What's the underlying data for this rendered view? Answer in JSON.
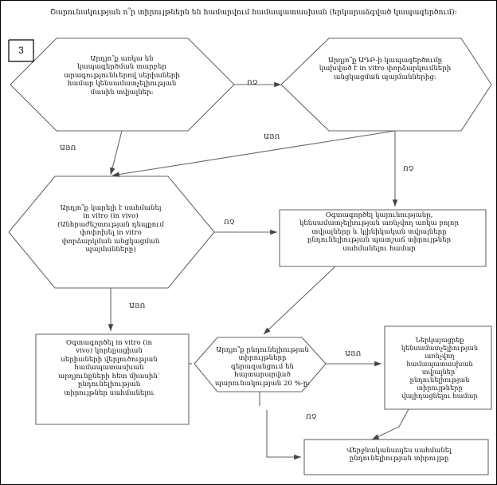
{
  "document": {
    "title": "Շարունակության ո՞ր տիրույթներն են համարվում համապատասխան (երկարաձգված կապագերծում):",
    "page_number": "3"
  },
  "nodes": {
    "decision_1": {
      "id": "decision-arajin-tvyalner",
      "shape": "diamond",
      "text": "Արդյո՞ք առկա են\nկապագերծման տարբեր\nարագությունևերով սերիաների\nհամար կենսամատչելիության\nմասին տվյալներ:"
    },
    "decision_2": {
      "id": "decision-adh-in-vitro",
      "shape": "diamond",
      "text": "Արդյո՞ք ԱԴԲ-ի կապագերծումը\nկախված է in vitro փորձարկումների\nանցկացման պայմաններից:"
    },
    "decision_3": {
      "id": "decision-in-vitro-in-vivo",
      "shape": "diamond",
      "text": "Արդյո՞ք կարելի է սահմանել\nin vitro (in vivo)\n(Անհրաժեշտության դեպքում\nփոփոխել in vitro\nփորձարկման անցկացման\nպայմանները)"
    },
    "box_1": {
      "id": "box-usage-study",
      "shape": "bracket-box",
      "text": "Օգտագործել կայունությանը,\nկենսամատչելիության առնչվող առկա բոլոր\nտվյալները և կլինիկական տվյալները\nընդունելիության պատշաճ տիրույթներ\nսահմանելու համար"
    },
    "box_2": {
      "id": "box-in-vitro-correlation",
      "shape": "bracket-box",
      "text": "Օգտագործել in vitro (in\nvivo) կորելյացիան\nսերիաների վերլուծության\nհամապատասխան\nարդյունքների հետ միասին՝\nընդունելիության\nտիրույթներ սահմանելու"
    },
    "decision_4": {
      "id": "decision-20-percent",
      "shape": "diamond",
      "text": "Արդյո՞ք ընդունելիության\nտիրույթները\nգերազանցում են\nհայտարարված\nպարունակության 20 %-ը:"
    },
    "box_3": {
      "id": "box-validate-bioavailability",
      "shape": "bracket-box",
      "text": "Ներկայացրեք\nկենսամատչելիության\nառնչվող\nհամապատասխան\nտվյալներ՝\nընդունելիության\nտիրույթները\nվալիդացնելու համար"
    },
    "box_4": {
      "id": "box-final-limits",
      "shape": "rect-box",
      "text": "Վերջնականապես սահմանել\nընդունելիության տիրույթը"
    }
  },
  "edge_labels": {
    "d1_to_d2": "ՈՉ",
    "d1_yes_down": "ԱՅՈ",
    "d2_yes_left": "ԱՅՈ",
    "d2_no_down": "ՈՉ",
    "d3_no_right": "ՈՉ",
    "d3_yes_down": "ԱՅՈ",
    "d4_yes_right": "ԱՅՈ",
    "d4_no_down": "ՈՉ"
  },
  "colors": {
    "stroke": "#555555",
    "text": "#111111",
    "background": "#ffffff",
    "border": "#000000"
  }
}
